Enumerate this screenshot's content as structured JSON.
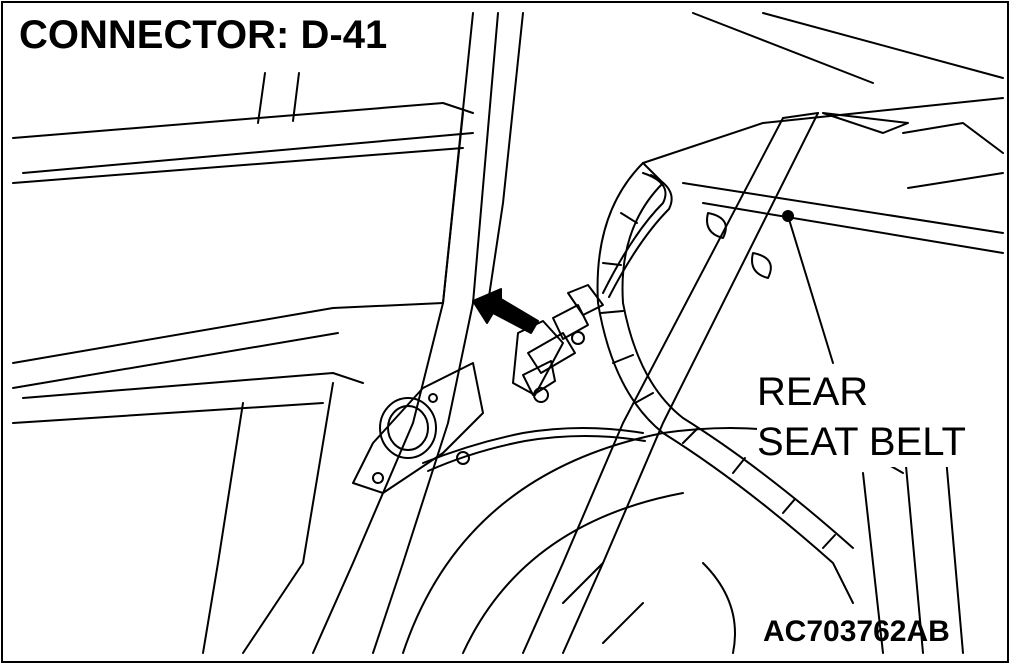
{
  "diagram": {
    "title": "CONNECTOR: D-41",
    "callout": {
      "line1": "REAR",
      "line2": "SEAT BELT"
    },
    "figure_code": "AC703762AB"
  },
  "colors": {
    "ink": "#000000",
    "paper": "#ffffff"
  }
}
